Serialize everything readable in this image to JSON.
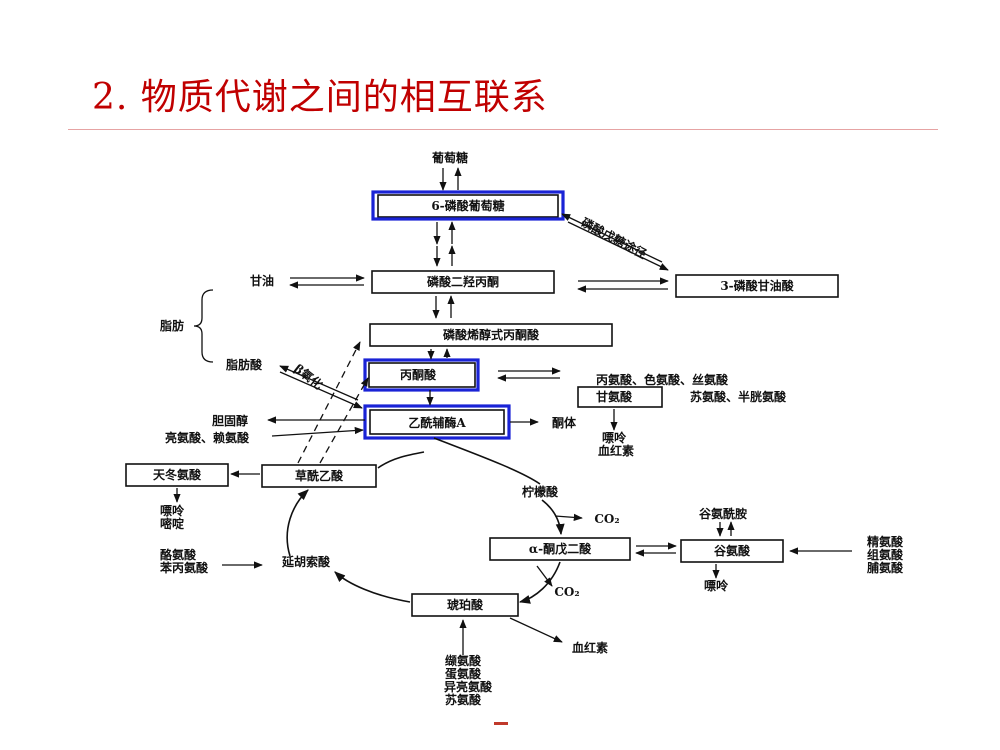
{
  "slide": {
    "title": "2. 物质代谢之间的相互联系"
  },
  "diagram": {
    "nodes": {
      "glucose": "葡萄糖",
      "g6p": "6-磷酸葡萄糖",
      "ppp": "磷酸戊糖途径",
      "glycerol": "甘油",
      "dhap": "磷酸二羟丙酮",
      "pg3": "3-磷酸甘油酸",
      "fat": "脂肪",
      "pep": "磷酸烯醇式丙酮酸",
      "fatty_acid": "脂肪酸",
      "beta_ox": "β氧化",
      "pyruvate": "丙酮酸",
      "aa_pyruvate": "丙氨酸、色氨酸、丝氨酸",
      "glycine": "甘氨酸",
      "thr_cys": "苏氨酸、半胱氨酸",
      "purine_heme_1": "嘌呤",
      "heme_1": "血红素",
      "cholesterol": "胆固醇",
      "leu_lys": "亮氨酸、赖氨酸",
      "acetyl_coa": "乙酰辅酶A",
      "ketone": "酮体",
      "aspartate": "天冬氨酸",
      "oxaloacetate": "草酰乙酸",
      "purine_2": "嘌呤",
      "pyrimidine": "嘧啶",
      "citrate": "柠檬酸",
      "co2_1": "CO₂",
      "glutamine": "谷氨酰胺",
      "akg": "α-酮戊二酸",
      "glutamate": "谷氨酸",
      "arg_his_pro": [
        "精氨酸",
        "组氨酸",
        "脯氨酸"
      ],
      "purine_3": "嘌呤",
      "co2_2": "CO₂",
      "tyr_phe": [
        "酪氨酸",
        "苯丙氨酸"
      ],
      "fumarate": "延胡索酸",
      "succinate": "琥珀酸",
      "heme_2": "血红素",
      "bcaa": [
        "缬氨酸",
        "蛋氨酸",
        "异亮氨酸",
        "苏氨酸"
      ]
    }
  },
  "colors": {
    "title": "#c00000",
    "highlight": "#1a23d6",
    "rule": "#e6a3a3"
  }
}
